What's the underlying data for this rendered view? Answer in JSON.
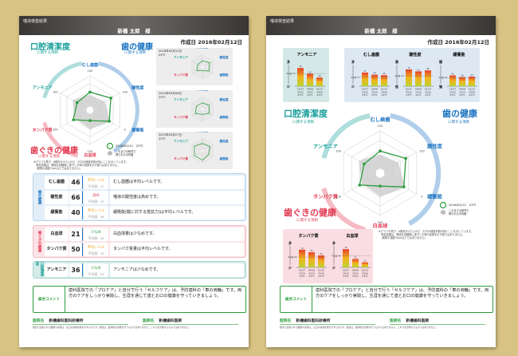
{
  "header": {
    "title": "唾液検査結果",
    "patient": "新橋 太郎　様",
    "created": "作成日 2016年02月12日"
  },
  "categories": {
    "oral": {
      "title": "口腔清潔度",
      "sub": "に関する項目",
      "short": "口腔清潔度"
    },
    "tooth": {
      "title": "歯の健康",
      "sub": "に関する項目",
      "short": "歯の健康"
    },
    "gum": {
      "title": "歯ぐきの健康",
      "sub": "に関する項目",
      "short": "歯ぐきの健康"
    }
  },
  "axes": [
    {
      "label": "むし歯菌",
      "scale": "100",
      "group": "tooth"
    },
    {
      "label": "酸性度",
      "scale": "100",
      "group": "tooth"
    },
    {
      "label": "緩衝能",
      "scale": "0",
      "group": "tooth",
      "reversed": true
    },
    {
      "label": "白血球",
      "scale": "100",
      "group": "gum"
    },
    {
      "label": "タンパク質",
      "scale": "100",
      "group": "gum"
    },
    {
      "label": "アンモニア",
      "scale": "100",
      "group": "oral"
    }
  ],
  "colors": {
    "oral": "#18a09a",
    "tooth": "#1c74c2",
    "gum": "#e23a52",
    "current": "#2e9c3d",
    "average": "#cccccc",
    "background": "#d8c384"
  },
  "legend": {
    "current": "2016/02/12　23℃",
    "average": "これまでの研究で\n得られた平均値"
  },
  "note": [
    "※グラフの見方：6角形が小さいほど、お口の健康状態が良いことを示しています。",
    "　測定結果は、唾液を試験紙に滴下した時の色調を示す値ではありません。",
    "　（実際の濃度やμmなどではありません）"
  ],
  "history": [
    {
      "date": "2016年02月12日",
      "temp": "23℃",
      "values": [
        46,
        66,
        40,
        21,
        50,
        36
      ]
    },
    {
      "date": "2015年09月06日",
      "temp": "23℃",
      "values": [
        48,
        62,
        38,
        35,
        63,
        52
      ]
    },
    {
      "date": "2015年03月27日",
      "temp": "23℃",
      "values": [
        57,
        70,
        45,
        76,
        74,
        76
      ]
    }
  ],
  "results": [
    {
      "group": "tooth",
      "name": "むし歯菌",
      "score": "46",
      "level": "平均レベル",
      "level_color": "#f0a020",
      "avg": "平均値：37",
      "avg_value": 37,
      "comment": "むし歯菌は平均レベルです。"
    },
    {
      "group": "tooth",
      "name": "酸性度",
      "score": "66",
      "level": "高め",
      "level_color": "#e23a52",
      "avg": "平均値：43",
      "avg_value": 43,
      "comment": "唾液の酸性度は高めです。"
    },
    {
      "group": "tooth",
      "name": "緩衝能",
      "score": "40",
      "level": "平均レベル",
      "level_color": "#f0a020",
      "avg": "平均値：36",
      "avg_value": 36,
      "comment": "緩衝能(酸に対する抵抗力)は平均レベルです。"
    },
    {
      "group": "gum",
      "name": "白血球",
      "score": "21",
      "level": "少なめ",
      "level_color": "#2e9c3d",
      "avg": "平均値：49",
      "avg_value": 49,
      "comment": "白血球量は少なめです。"
    },
    {
      "group": "gum",
      "name": "タンパク質",
      "score": "50",
      "level": "平均レベル",
      "level_color": "#f0a020",
      "avg": "平均値：43",
      "avg_value": 43,
      "comment": "タンパク質量は平均レベルです。"
    },
    {
      "group": "oral",
      "name": "アンモニア",
      "score": "36",
      "level": "少なめ",
      "level_color": "#2e9c3d",
      "avg": "平均値：53",
      "avg_value": 53,
      "comment": "アンモニアは少なめです。"
    }
  ],
  "comment": {
    "label": "総合コメント",
    "text": "歯科医院での「プロケア」と自分で行う「セルフケア」は、予防歯科の「車の両輪」です。両方のケアをしっかり実践し、生涯を通じて歯とお口の健康を守っていきましょう。"
  },
  "clinic": {
    "clinic_label": "医院名",
    "clinic_name": "新橋歯科医科診療所",
    "doctor_label": "医師名",
    "doctor_name": "新橋歯科医師"
  },
  "footer": "検査に使用された機器や試薬は、お口の健康状態を示すものです。検査は、医学的な診断を行うものではありません。これらを診断するものではありません。",
  "chart_data": [
    {
      "type": "bar",
      "title": "アンモニア",
      "categories": [
        "03/27 2015 23℃",
        "09/06 2015 23℃",
        "02/12 2016 23℃"
      ],
      "values": [
        76,
        52,
        36
      ],
      "avg": 53,
      "ytop": "多",
      "ybottom": "少",
      "ylim": [
        0,
        100
      ]
    },
    {
      "type": "bar",
      "title": "むし歯菌",
      "categories": [
        "03/27 2015 23℃",
        "09/06 2015 23℃",
        "02/12 2016 23℃"
      ],
      "values": [
        57,
        48,
        46
      ],
      "avg": 37,
      "ytop": "多",
      "ybottom": "少",
      "ylim": [
        0,
        100
      ]
    },
    {
      "type": "bar",
      "title": "酸性度",
      "categories": [
        "03/27 2015 23℃",
        "09/06 2015 23℃",
        "02/12 2016 23℃"
      ],
      "values": [
        70,
        62,
        66
      ],
      "avg": 43,
      "ytop": "高",
      "ybottom": "低",
      "ylim": [
        0,
        100
      ]
    },
    {
      "type": "bar",
      "title": "緩衝能",
      "categories": [
        "03/27 2015 23℃",
        "09/06 2015 23℃",
        "02/12 2016 23℃"
      ],
      "values": [
        45,
        38,
        40
      ],
      "avg": 36,
      "ytop": "弱",
      "ybottom": "強",
      "ylim": [
        0,
        100
      ]
    },
    {
      "type": "bar",
      "title": "タンパク質",
      "categories": [
        "03/27 2015 23℃",
        "09/06 2015 23℃",
        "02/12 2016 23℃"
      ],
      "values": [
        74,
        63,
        50
      ],
      "avg": 43,
      "ytop": "多",
      "ybottom": "少",
      "ylim": [
        0,
        100
      ]
    },
    {
      "type": "bar",
      "title": "白血球",
      "categories": [
        "03/27 2015 23℃",
        "09/06 2015 23℃",
        "02/12 2016 23℃"
      ],
      "values": [
        76,
        35,
        21
      ],
      "avg": 49,
      "ytop": "多",
      "ybottom": "少",
      "ylim": [
        0,
        100
      ]
    }
  ]
}
